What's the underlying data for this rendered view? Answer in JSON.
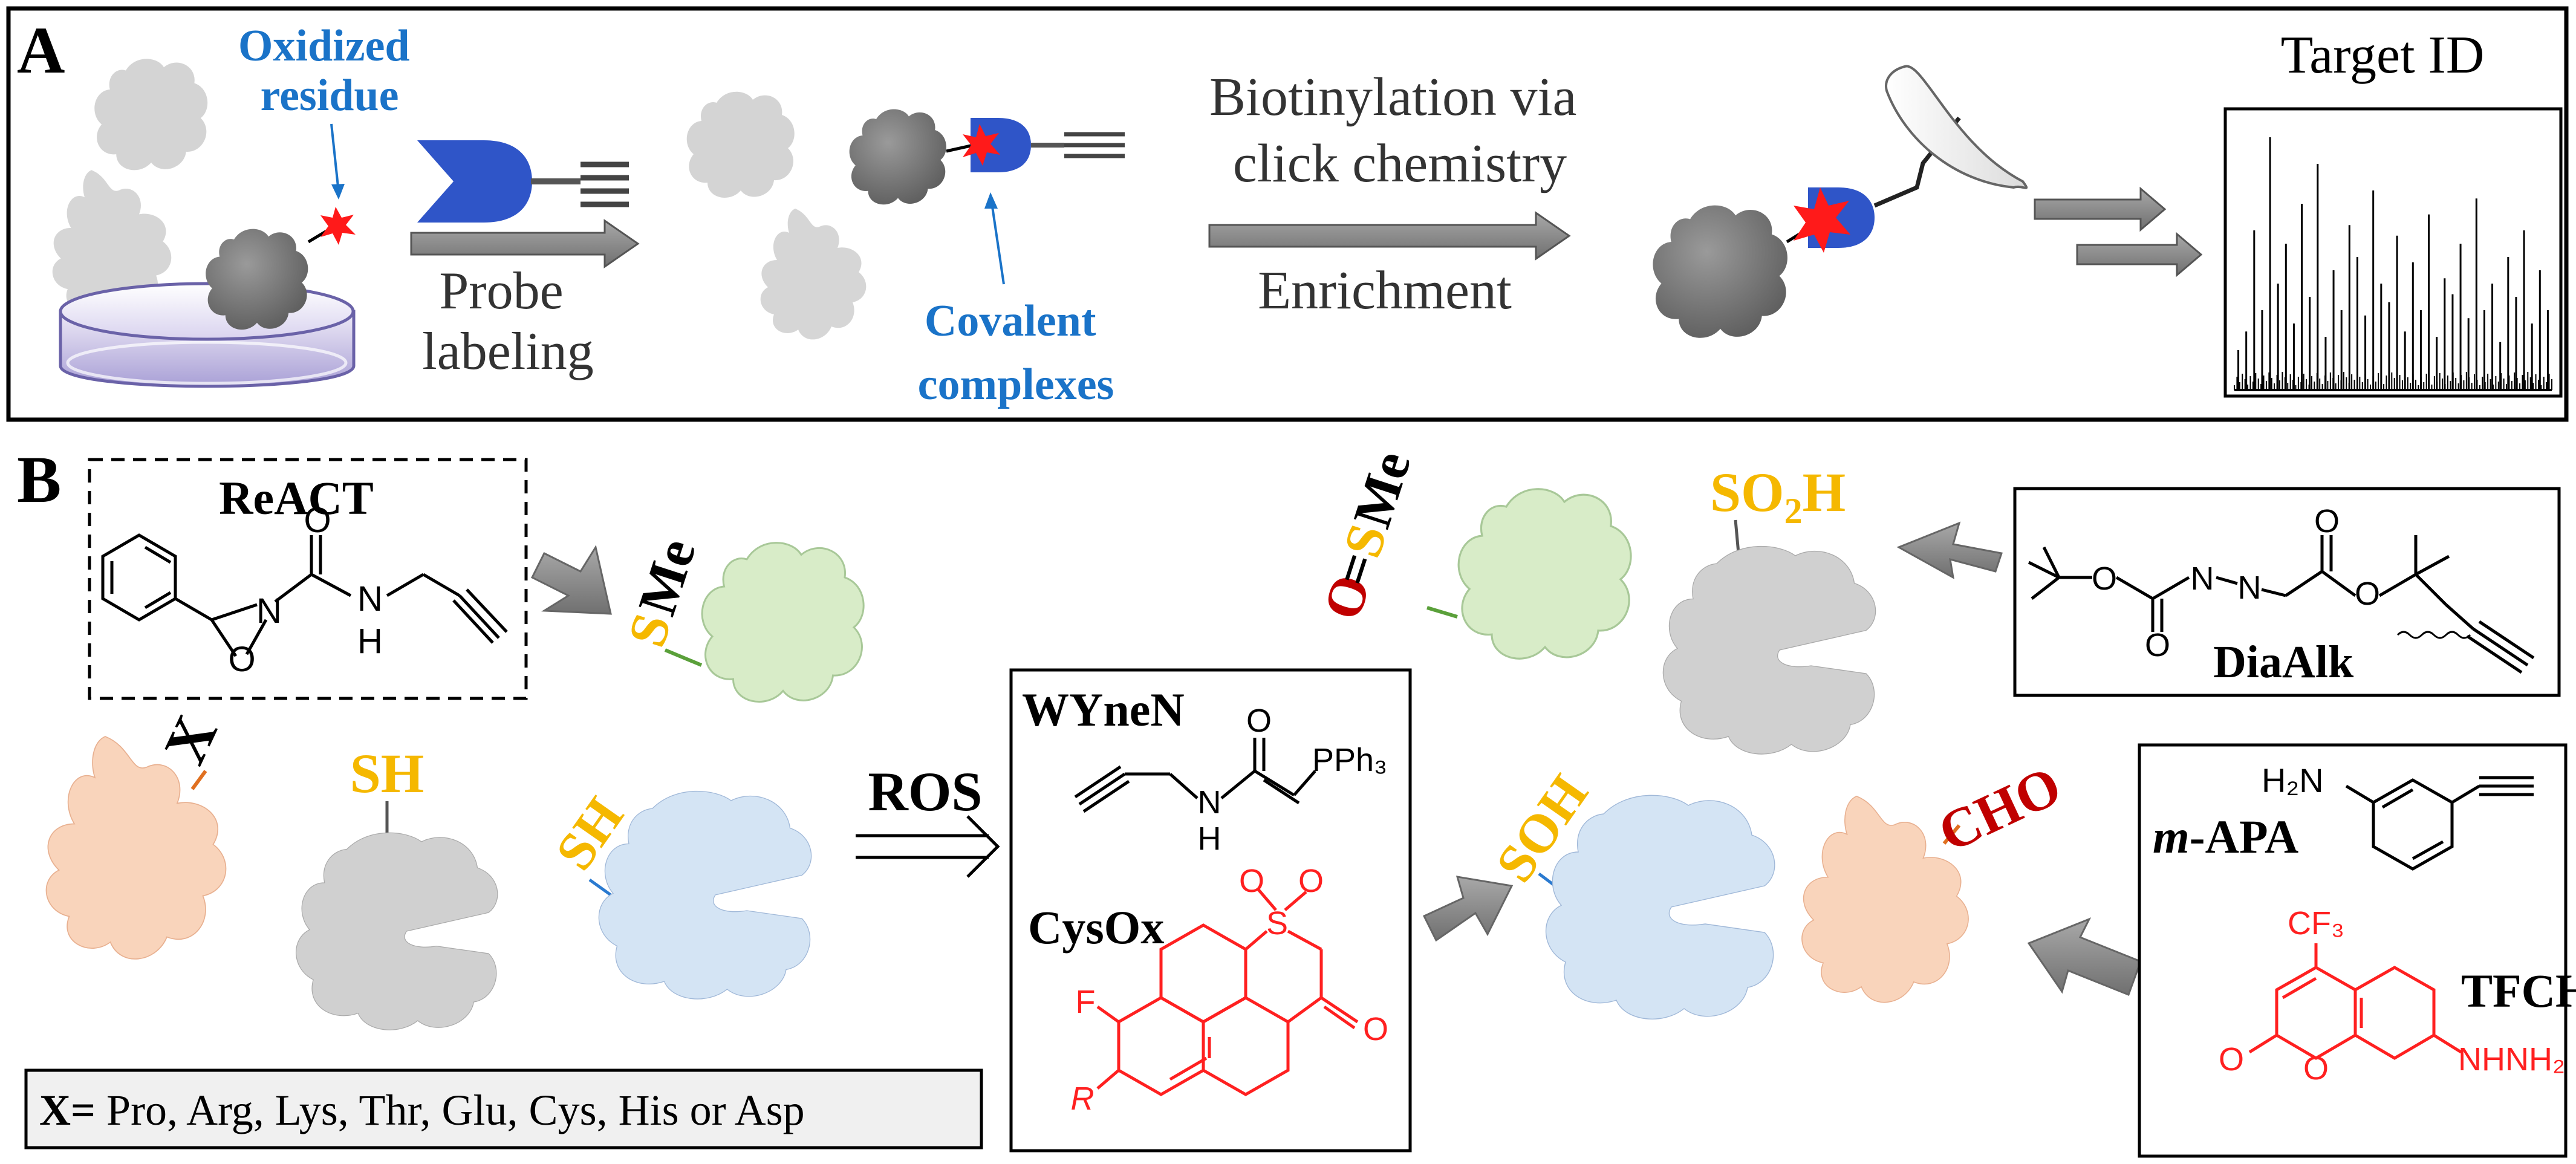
{
  "panel_a": {
    "label": "A",
    "oxidized_residue": [
      "Oxidized",
      "residue"
    ],
    "probe_labeling": [
      "Probe",
      "labeling"
    ],
    "covalent_complexes": [
      "Covalent",
      "complexes"
    ],
    "biotinylation": [
      "Biotinylation via",
      "click chemistry"
    ],
    "enrichment": "Enrichment",
    "target_id": "Target ID",
    "spectrum_peaks": [
      0.15,
      0.22,
      0.6,
      0.3,
      0.95,
      0.4,
      0.55,
      0.25,
      0.7,
      0.35,
      0.85,
      0.2,
      0.45,
      0.3,
      0.62,
      0.5,
      0.28,
      0.75,
      0.4,
      0.33,
      0.58,
      0.22,
      0.48,
      0.3,
      0.66,
      0.2,
      0.42,
      0.36,
      0.55,
      0.27,
      0.72,
      0.3,
      0.4,
      0.18,
      0.5,
      0.35,
      0.6,
      0.25,
      0.45,
      0.3
    ]
  },
  "panel_b": {
    "label": "B",
    "react": {
      "name": "ReACT",
      "atoms": {
        "o": "O",
        "n1": "N",
        "n2": "N",
        "h": "H"
      }
    },
    "diaalk": {
      "name": "DiaAlk",
      "atoms": {
        "o1": "O",
        "o2": "O",
        "o3": "O",
        "o4": "O",
        "n1": "N",
        "n2": "N"
      }
    },
    "wynen": {
      "name": "WYneN",
      "atoms": {
        "o": "O",
        "n": "N",
        "h": "H",
        "pph3": "PPh₃"
      }
    },
    "cysox": {
      "name": "CysOx",
      "atoms": {
        "s": "S",
        "o1": "O",
        "o2": "O",
        "o3": "O",
        "f": "F",
        "r": "R"
      }
    },
    "mapa": {
      "name_italic": "m",
      "name_rest": "-APA",
      "atoms": {
        "h2n": "H₂N"
      }
    },
    "tfch": {
      "name": "TFCH",
      "atoms": {
        "cf3": "CF₃",
        "o1": "O",
        "o2": "O",
        "nhnh2": "NHNH₂"
      }
    },
    "sme": {
      "s": "S",
      "me": "Me"
    },
    "osme": {
      "o": "O",
      "eq": "=",
      "s": "S",
      "me": "Me"
    },
    "so2h": {
      "so": "SO",
      "sub": "2",
      "h": "H"
    },
    "x_label": "X",
    "sh1": "SH",
    "sh2": "SH",
    "ros": "ROS",
    "soh": "SOH",
    "cho": "CHO",
    "x_def": {
      "prefix": "X=",
      "list": " Pro, Arg, Lys, Thr, Glu, Cys, His or Asp"
    }
  },
  "colors": {
    "blue_text": "#1a73c8",
    "yellow": "#f5b800",
    "darkred": "#c00000",
    "red": "#ff2020",
    "probe_blue": "#2f55c8",
    "arrow_gray": "#8c8c8c",
    "protein_dark": "#7a7a7a",
    "protein_light": "#d6d6d6",
    "protein_green": "#d8ecc8",
    "protein_blue": "#d4e4f4",
    "protein_orange": "#f9d4bb"
  }
}
